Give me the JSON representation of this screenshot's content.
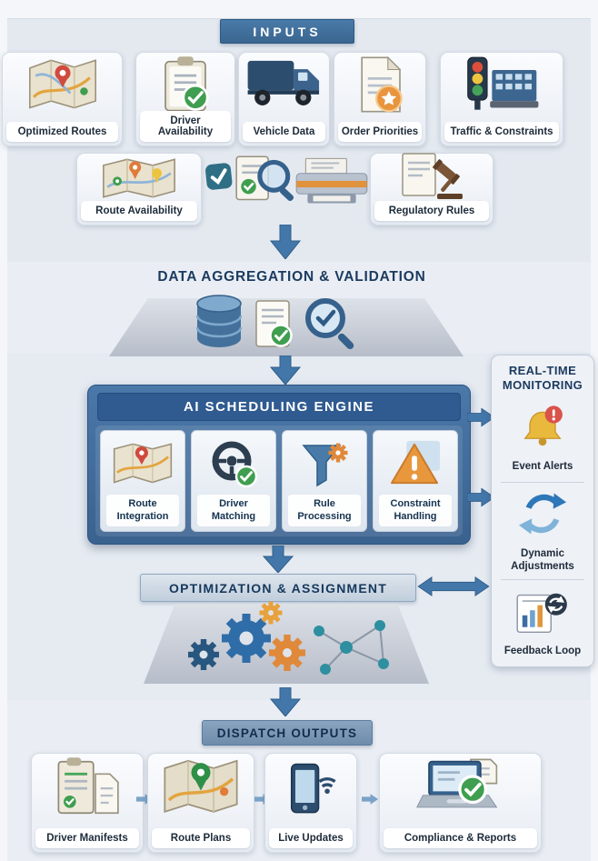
{
  "inputs": {
    "header": "INPUTS",
    "row1": [
      {
        "label": "Optimized Routes"
      },
      {
        "label": "Driver Availability"
      },
      {
        "label": "Vehicle Data"
      },
      {
        "label": "Order Priorities"
      },
      {
        "label": "Traffic & Constraints"
      }
    ],
    "row2": [
      {
        "label": "Route Availability"
      },
      {
        "label": "Regulatory Rules"
      }
    ]
  },
  "aggregation": {
    "title": "DATA AGGREGATION & VALIDATION"
  },
  "engine": {
    "header": "AI SCHEDULING ENGINE",
    "modules": [
      {
        "label": "Route Integration"
      },
      {
        "label": "Driver Matching"
      },
      {
        "label": "Rule Processing"
      },
      {
        "label": "Constraint Handling"
      }
    ]
  },
  "monitoring": {
    "title": "REAL-TIME MONITORING",
    "items": [
      {
        "label": "Event Alerts"
      },
      {
        "label": "Dynamic Adjustments"
      },
      {
        "label": "Feedback Loop"
      }
    ]
  },
  "optimization": {
    "header": "OPTIMIZATION & ASSIGNMENT"
  },
  "outputs": {
    "header": "DISPATCH OUTPUTS",
    "items": [
      {
        "label": "Driver Manifests"
      },
      {
        "label": "Route Plans"
      },
      {
        "label": "Live Updates"
      },
      {
        "label": "Compliance & Reports"
      }
    ]
  },
  "colors": {
    "accent_blue": "#4477a9",
    "alert_orange": "#e0893a",
    "success_green": "#3f9e4f"
  }
}
